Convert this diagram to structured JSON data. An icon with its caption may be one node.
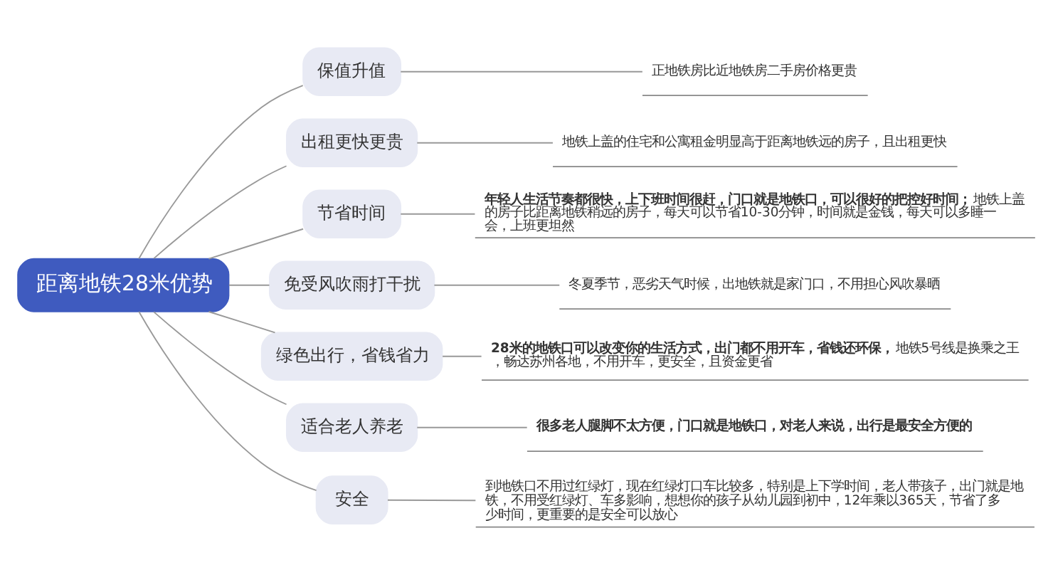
{
  "diagram": {
    "nodes": [
      {
        "text": [
          "距离地铁28米优势"
        ]
      },
      {
        "text": [
          "保值升值"
        ]
      },
      {
        "text": [
          "正地铁房比近地铁房二手房价格更贵"
        ]
      },
      {
        "text": [
          "出租更快更贵"
        ]
      },
      {
        "text": [
          "地铁上盖的住宅和公寓租金明显高于距离地铁远的房子，且出租更快"
        ]
      },
      {
        "text": [
          "节省时间"
        ]
      },
      {
        "text": [
          "**年轻人生活节奏都很快，上下班时间很赶，门口就是地铁口，可以很好的把控好时间；**地铁上盖的房子比距离地铁稍远的房子，每天可以节省10-30分钟，时间就是金钱，每天可以多睡一会，上班更坦然"
        ]
      },
      {
        "text": [
          "免受风吹雨打干扰"
        ]
      },
      {
        "text": [
          "冬夏季节，恶劣天气时候，出地铁就是家门口，不用担心风吹暴晒"
        ]
      },
      {
        "text": [
          "绿色出行，省钱省力"
        ]
      },
      {
        "text": [
          "**28米的地铁口可以改变你的生活方式，出门都不用开车，省钱还环保，**地铁5号线是换乘之王，畅达苏州各地，不用开车，更安全，且资金更省"
        ]
      },
      {
        "text": [
          "适合老人养老"
        ]
      },
      {
        "text": [
          "**很多老人腿脚不太方便，门口就是地铁口，对老人来说，出行是最安全方便的**"
        ]
      },
      {
        "text": [
          "安全"
        ]
      },
      {
        "text": [
          "到地铁口不用过红绿灯，现在红绿灯口车比较多，特别是上下学时间，老人带孩子，出门就是地铁，不用受红绿灯、车多影响，想想你的孩子从幼儿园到初中，12年乘以365天，节省了多少时间，更重要的是安全可以放心"
        ]
      }
    ],
    "edges": [
      {
        "from": 0,
        "to": 1,
        "arrow": "none"
      },
      {
        "from": 1,
        "to": 2,
        "arrow": "none"
      },
      {
        "from": 0,
        "to": 3,
        "arrow": "none"
      },
      {
        "from": 3,
        "to": 4,
        "arrow": "none"
      },
      {
        "from": 0,
        "to": 5,
        "arrow": "none"
      },
      {
        "from": 5,
        "to": 6,
        "arrow": "none"
      },
      {
        "from": 0,
        "to": 7,
        "arrow": "none"
      },
      {
        "from": 7,
        "to": 8,
        "arrow": "none"
      },
      {
        "from": 0,
        "to": 9,
        "arrow": "none"
      },
      {
        "from": 9,
        "to": 10,
        "arrow": "none"
      },
      {
        "from": 0,
        "to": 11,
        "arrow": "none"
      },
      {
        "from": 11,
        "to": 12,
        "arrow": "none"
      },
      {
        "from": 0,
        "to": 13,
        "arrow": "none"
      },
      {
        "from": 13,
        "to": 14,
        "arrow": "none"
      }
    ]
  }
}
